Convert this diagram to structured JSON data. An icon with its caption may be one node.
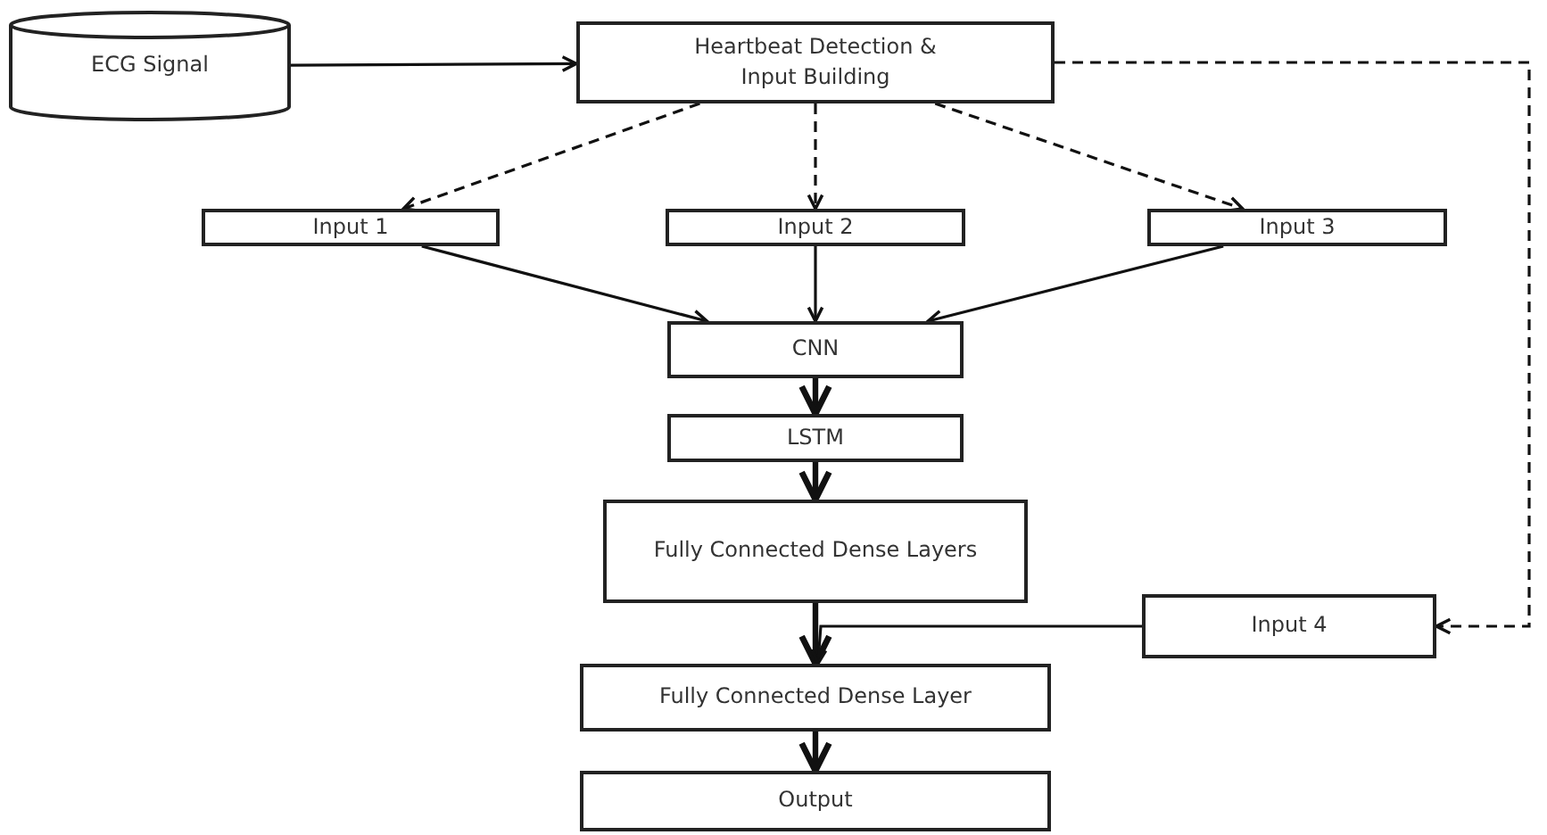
{
  "diagram": {
    "nodes": [
      {
        "text": [
          "ECG Signal"
        ]
      },
      {
        "text": [
          "Heartbeat Detection & Input Building"
        ]
      },
      {
        "text": [
          "Input 1"
        ]
      },
      {
        "text": [
          "Input 2"
        ]
      },
      {
        "text": [
          "Input 3"
        ]
      },
      {
        "text": [
          "CNN"
        ]
      },
      {
        "text": [
          "LSTM"
        ]
      },
      {
        "text": [
          "Fully Connected Dense Layers"
        ]
      },
      {
        "text": [
          "Input 4"
        ]
      },
      {
        "text": [
          "Fully Connected Dense Layer"
        ]
      },
      {
        "text": [
          "Output"
        ]
      }
    ],
    "edges": [
      {
        "from": 0,
        "to": 1,
        "arrow": "to"
      },
      {
        "from": 1,
        "to": 2,
        "arrow": "to",
        "style": "dashed"
      },
      {
        "from": 1,
        "to": 3,
        "arrow": "to",
        "style": "dashed"
      },
      {
        "from": 1,
        "to": 4,
        "arrow": "to",
        "style": "dashed"
      },
      {
        "from": 1,
        "to": 8,
        "arrow": "to",
        "style": "dashed"
      },
      {
        "from": 2,
        "to": 5,
        "arrow": "to"
      },
      {
        "from": 3,
        "to": 5,
        "arrow": "to"
      },
      {
        "from": 4,
        "to": 5,
        "arrow": "to"
      },
      {
        "from": 5,
        "to": 6,
        "arrow": "to",
        "style": "thick"
      },
      {
        "from": 6,
        "to": 7,
        "arrow": "to",
        "style": "thick"
      },
      {
        "from": 7,
        "to": 9,
        "arrow": "to",
        "style": "thick"
      },
      {
        "from": 8,
        "to": 9,
        "arrow": "to"
      },
      {
        "from": 9,
        "to": 10,
        "arrow": "to",
        "style": "thick"
      }
    ]
  }
}
